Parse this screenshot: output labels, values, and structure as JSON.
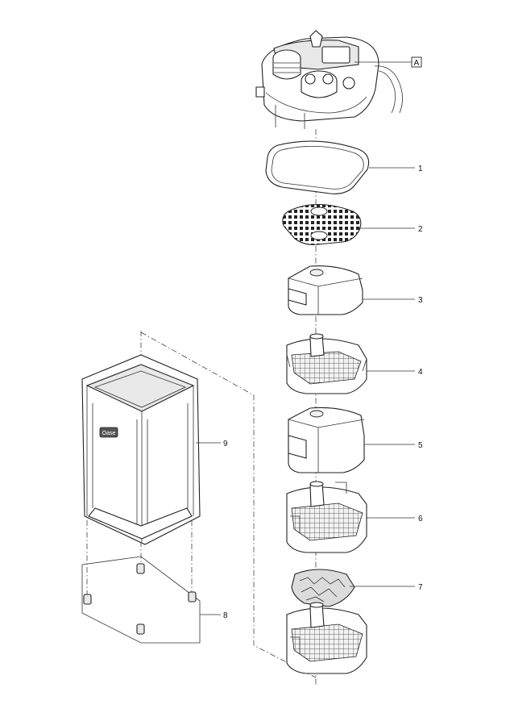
{
  "callouts": {
    "head": "A",
    "gasket": "1",
    "prefilter_plate": "2",
    "foam_top": "3",
    "basket_top": "4",
    "foam_mid": "5",
    "basket_mid": "6",
    "media_bag": "7",
    "feet": "8",
    "canister": "9"
  },
  "canister_logo": "Oase"
}
